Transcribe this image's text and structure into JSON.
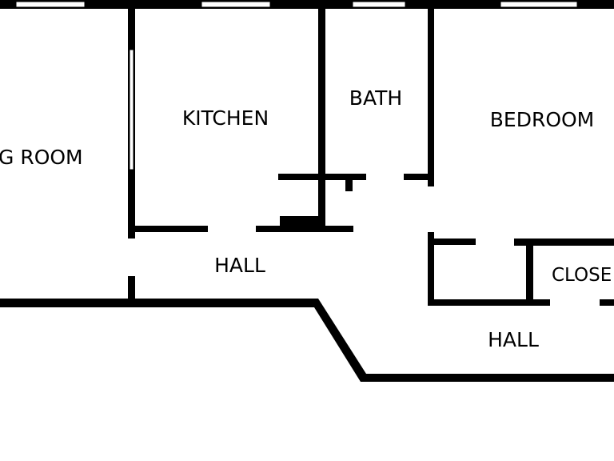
{
  "floorplan": {
    "wall_color": "#000000",
    "background_color": "#ffffff",
    "window_color": "#ffffff",
    "rooms": {
      "living_room": "G ROOM",
      "kitchen": "KITCHEN",
      "bath": "BATH",
      "bedroom": "BEDROOM",
      "hall_upper": "HALL",
      "closet": "CLOSE",
      "hall_lower": "HALL"
    }
  }
}
